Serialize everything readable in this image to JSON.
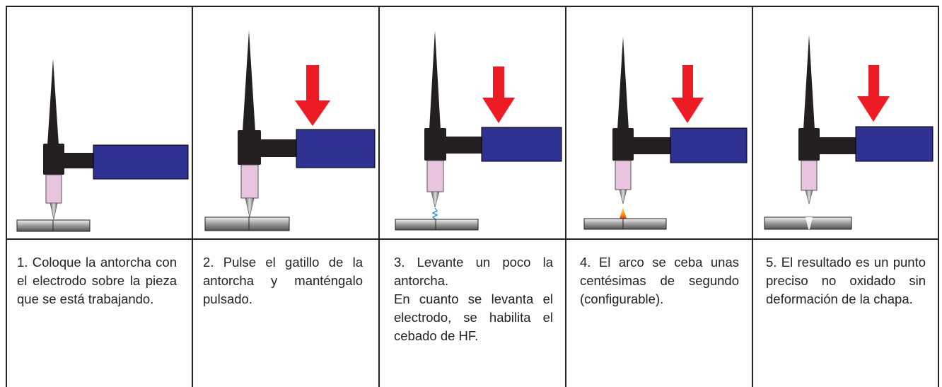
{
  "steps": [
    {
      "lines": [
        "1. Coloque la antorcha con el electrodo sobre la pieza que se está trabajando."
      ],
      "arrow": false,
      "spark": "none"
    },
    {
      "lines": [
        "2. Pulse el gatillo de la antorcha y manténgalo pulsado."
      ],
      "arrow": true,
      "spark": "none"
    },
    {
      "lines": [
        "3. Levante un poco la antorcha.",
        "En cuanto se levanta el electrodo, se habilita el cebado de HF."
      ],
      "arrow": true,
      "spark": "hf"
    },
    {
      "lines": [
        "4. El arco se ceba unas centésimas de segundo (configurable)."
      ],
      "arrow": true,
      "spark": "arc"
    },
    {
      "lines": [
        "5. El resultado es un punto preciso no oxidado sin deformación de la chapa."
      ],
      "arrow": true,
      "spark": "spot"
    }
  ],
  "colors": {
    "handle": "#2e3192",
    "torch": "#231f20",
    "nozzle": "#e8c4df",
    "arrow": "#ed1c24",
    "border": "#222222"
  }
}
